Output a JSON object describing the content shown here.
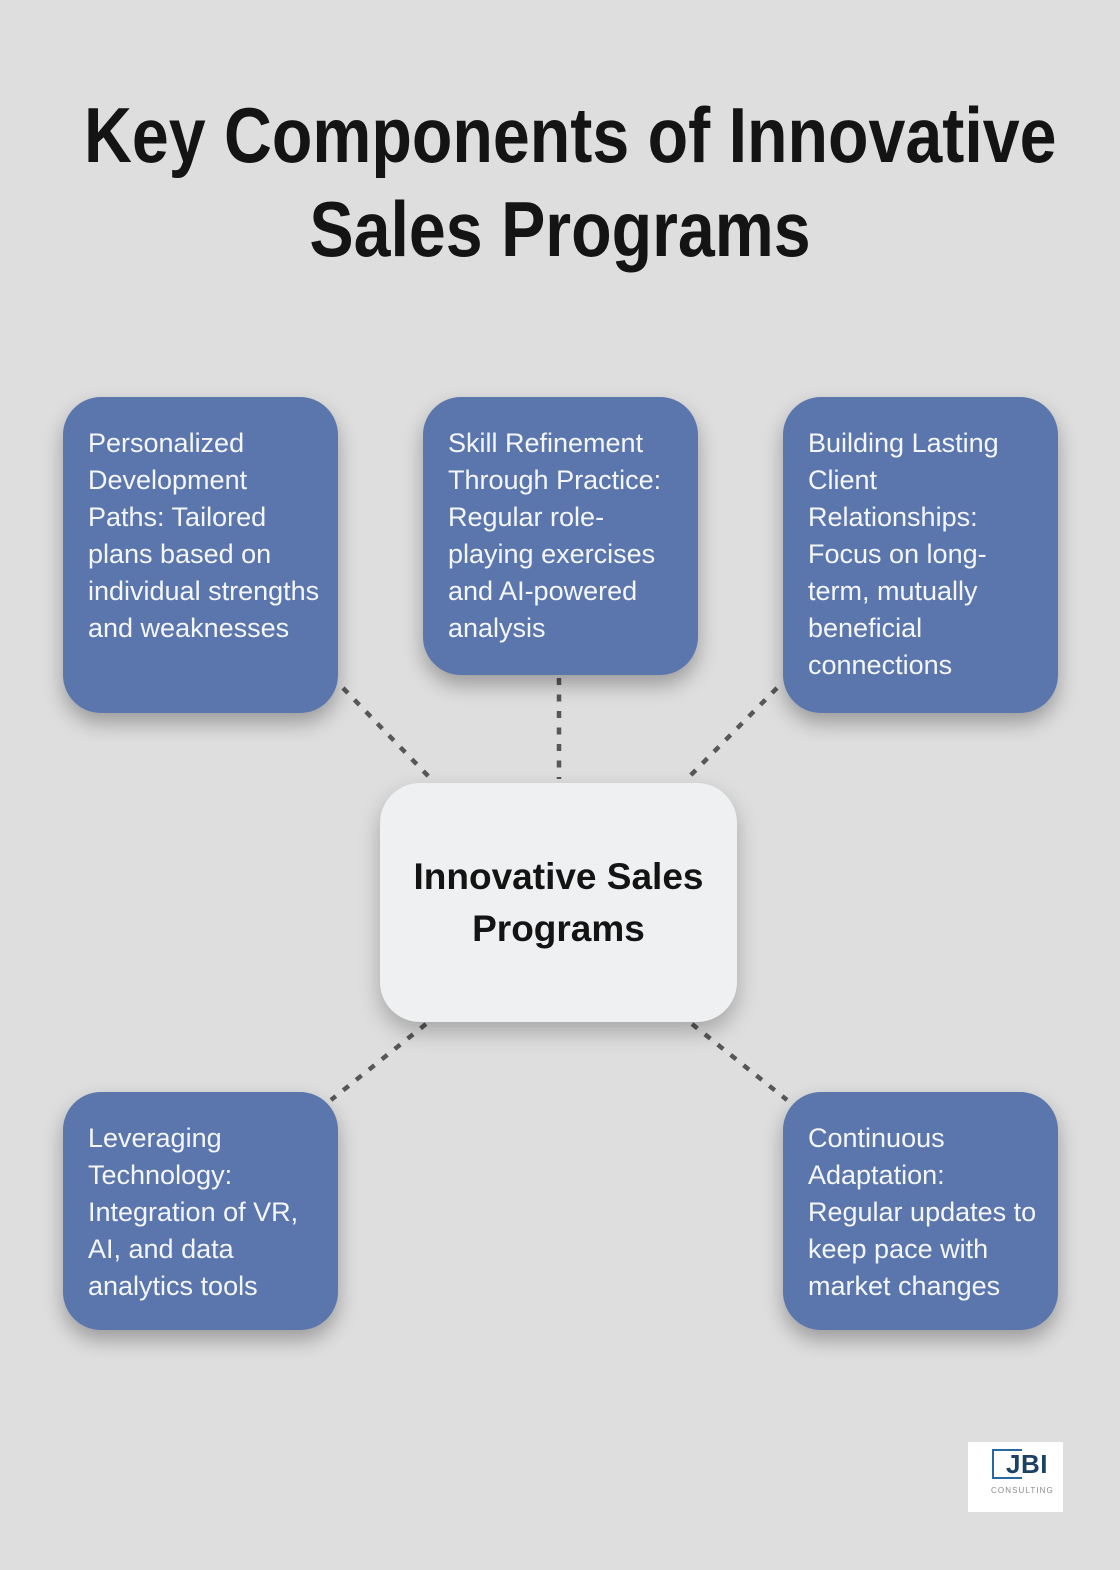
{
  "title": {
    "line1": "Key Components of Innovative",
    "line2": "Sales Programs"
  },
  "center": {
    "label": "Innovative Sales Programs"
  },
  "nodes": [
    {
      "id": "personalized-development",
      "text": "Personalized Development Paths: Tailored plans based on individual strengths and weaknesses"
    },
    {
      "id": "skill-refinement",
      "text": "Skill Refinement Through Practice: Regular role-playing exercises and AI-powered analysis"
    },
    {
      "id": "client-relationships",
      "text": "Building Lasting Client Relationships: Focus on long-term, mutually beneficial connections"
    },
    {
      "id": "leveraging-technology",
      "text": "Leveraging Technology: Integration of VR, AI, and data analytics tools"
    },
    {
      "id": "continuous-adaptation",
      "text": "Continuous Adaptation: Regular updates to keep pace with market changes"
    }
  ],
  "logo": {
    "name": "JBI",
    "caption": "CONSULTING"
  },
  "colors": {
    "background": "#dedede",
    "node_fill": "#5b76ac",
    "node_text": "#f4f6f9",
    "center_fill": "#eff0f1",
    "text_dark": "#141414",
    "connector": "#575757",
    "logo_navy": "#1d4166",
    "logo_border_blue": "#2767a4",
    "logo_caption_gray": "#8b8b8b"
  }
}
